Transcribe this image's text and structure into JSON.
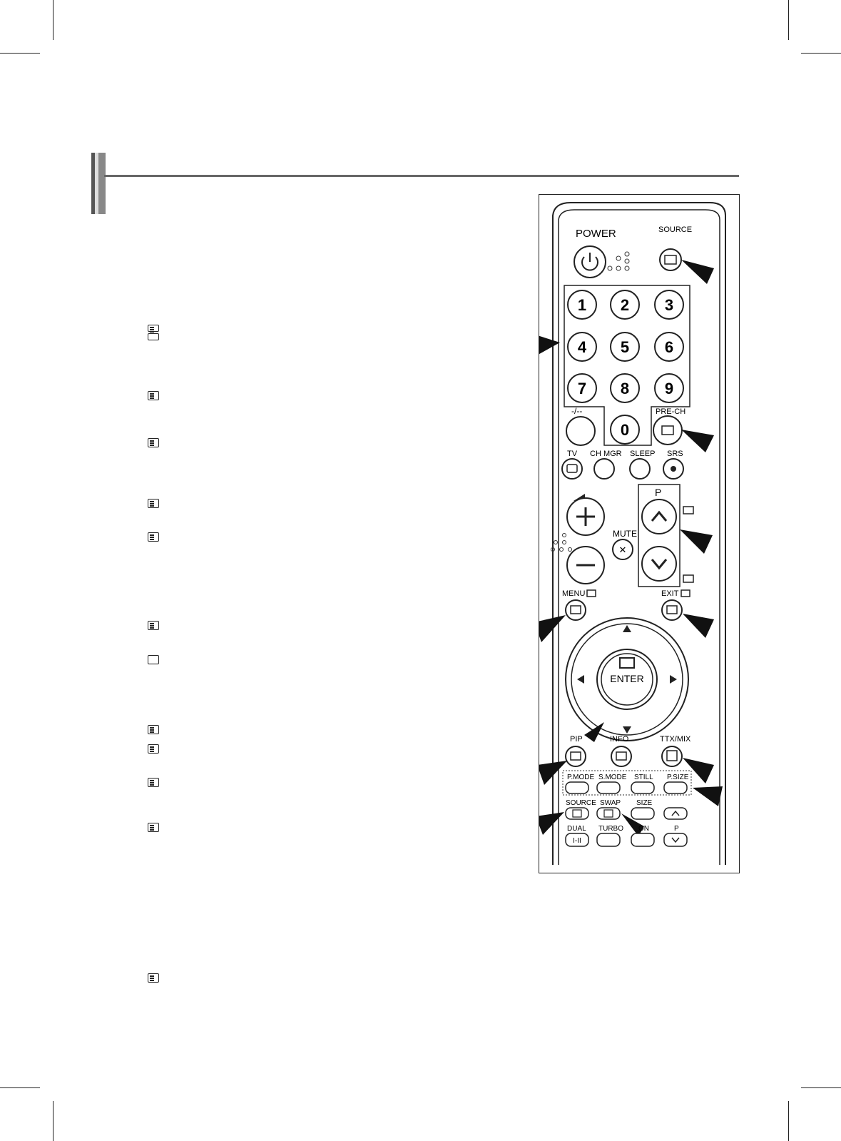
{
  "remote": {
    "power_label": "POWER",
    "source_top_label": "SOURCE",
    "digits": [
      "1",
      "2",
      "3",
      "4",
      "5",
      "6",
      "7",
      "8",
      "9",
      "0"
    ],
    "dash_label": "-/--",
    "prech_label": "PRE-CH",
    "tv_label": "TV",
    "chmgr_label": "CH MGR",
    "sleep_label": "SLEEP",
    "srs_label": "SRS",
    "p_label": "P",
    "mute_label": "MUTE",
    "menu_label": "MENU",
    "exit_label": "EXIT",
    "enter_label": "ENTER",
    "pip_label": "PIP",
    "info_label": "INFO",
    "ttx_label": "TTX/MIX",
    "pmode_label": "P.MODE",
    "smode_label": "S.MODE",
    "still_label": "STILL",
    "psize_label": "P.SIZE",
    "source_label": "SOURCE",
    "swap_label": "SWAP",
    "size_label": "SIZE",
    "dual_label": "DUAL",
    "dual_value": "I-II",
    "turbo_label": "TURBO",
    "on_label": "ON",
    "p2_label": "P"
  },
  "side_icons": [
    "list-icon",
    "mix-icon",
    "prech-icon",
    "pip-icon",
    "size-icon",
    "swap-icon",
    "ch-up-icon",
    "caption-icon",
    "store-icon",
    "ch-down-icon",
    "index-icon",
    "info-icon",
    "exit-icon"
  ]
}
